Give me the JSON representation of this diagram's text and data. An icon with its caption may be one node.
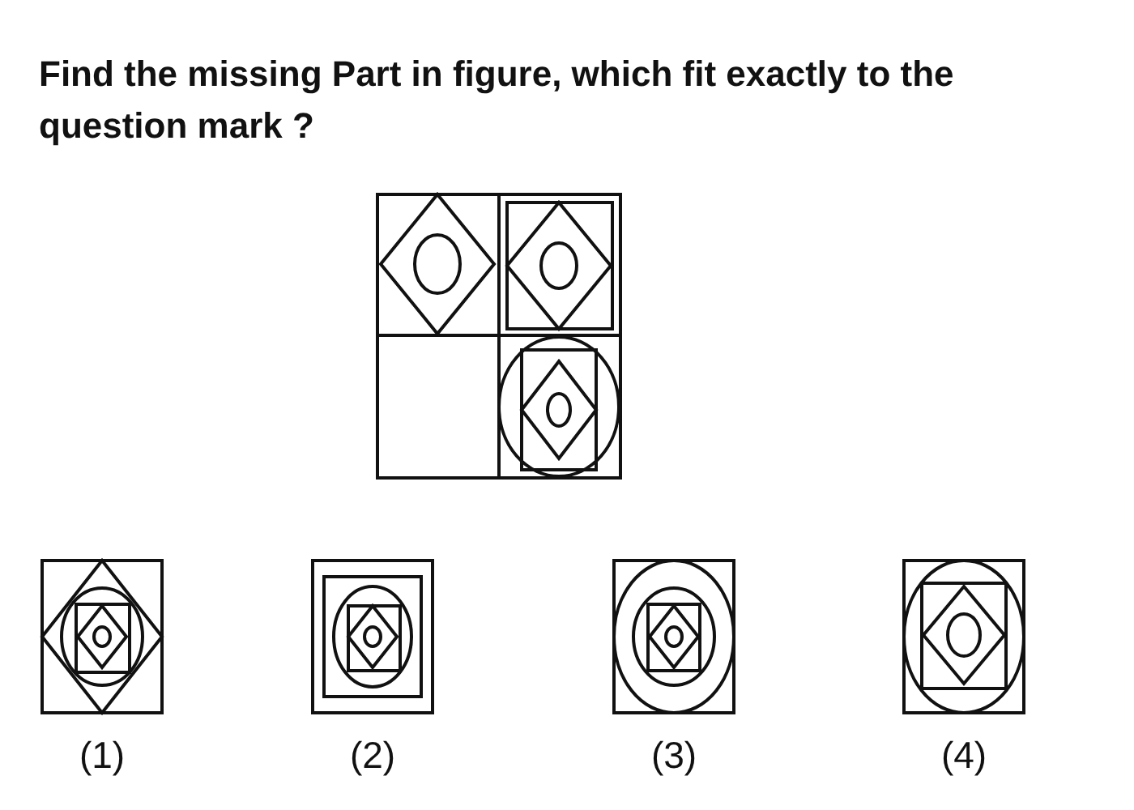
{
  "diagram": {
    "title": "Find the missing Part in figure, which fit exactly to the question mark ?",
    "labels": [
      "(1)",
      "(2)",
      "(3)",
      "(4)"
    ]
  }
}
